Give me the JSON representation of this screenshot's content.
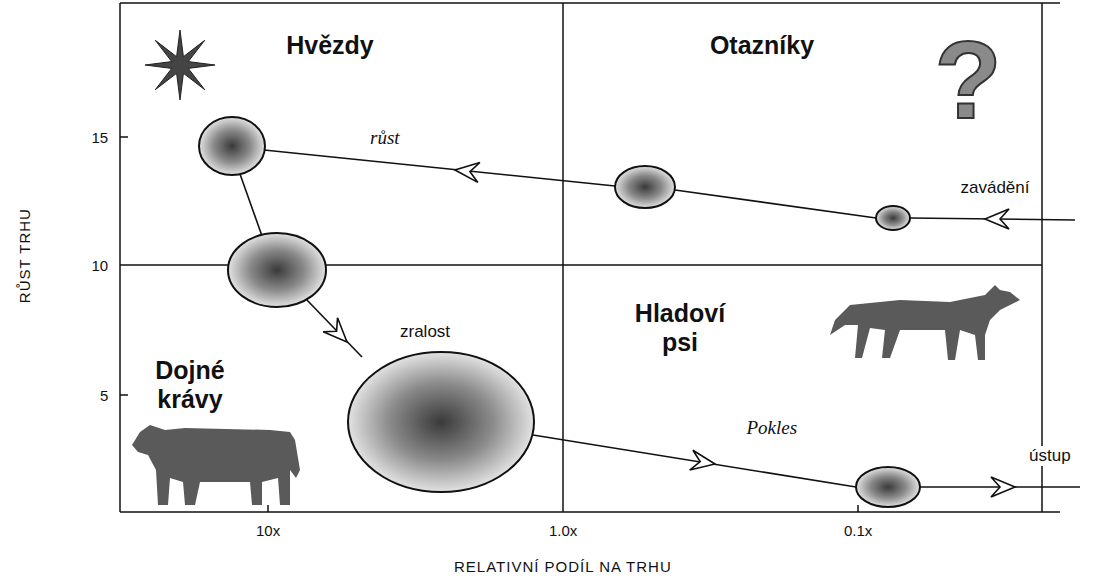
{
  "diagram": {
    "nodes": [
      {
        "text": [
          "Hvězdy"
        ]
      },
      {
        "text": [
          "Otazníky"
        ]
      },
      {
        "text": [
          "Dojné krávy"
        ]
      },
      {
        "text": [
          "Hladoví psi"
        ]
      }
    ],
    "labels": [
      "?",
      "růst",
      "zavádění",
      "zralost",
      "Pokles",
      "ústup",
      "15",
      "10",
      "5",
      "10x",
      "1.0x",
      "0.1x",
      "RŮST TRHU",
      "RELATIVNÍ PODÍL NA TRHU"
    ]
  }
}
